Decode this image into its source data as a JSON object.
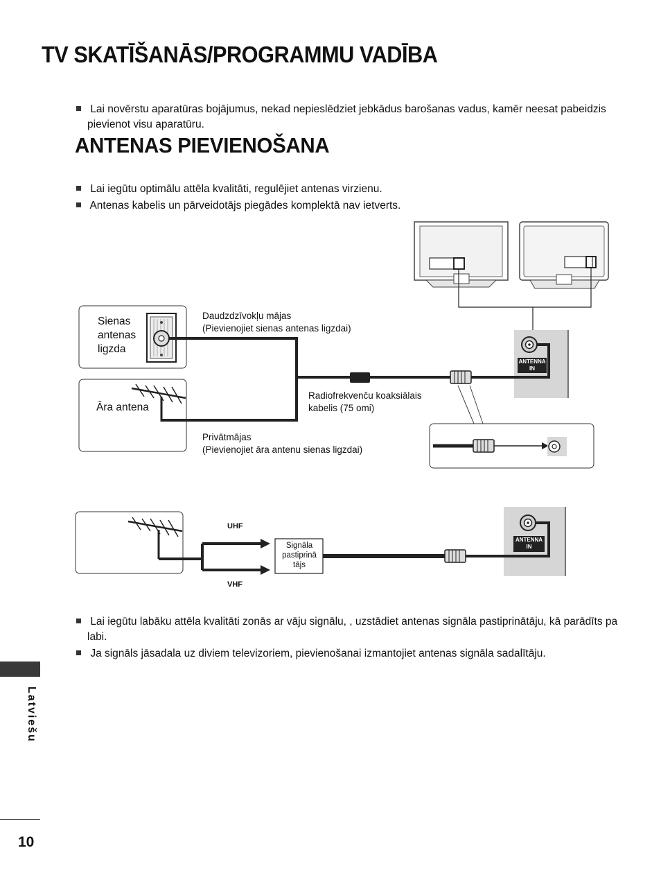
{
  "page": {
    "title": "TV SKATĪŠANĀS/PROGRAMMU VADĪBA",
    "warning": "Lai novērstu aparatūras bojājumus, nekad nepieslēdziet jebkādus barošanas vadus, kamēr neesat pabeidzis pievienot visu aparatūru.",
    "section_title": "ANTENAS PIEVIENOŠANA",
    "notes_top": [
      "Lai iegūtu optimālu attēla kvalitāti, regulējiet antenas virzienu.",
      "Antenas kabelis un pārveidotājs piegādes komplektā nav ietverts."
    ],
    "notes_bottom": [
      "Lai iegūtu labāku attēla kvalitāti zonās ar vāju signālu, , uzstādiet antenas signāla pastiprinātāju, kā parādīts pa labi.",
      "Ja signāls jāsadala uz diviem televizoriem, pievienošanai izmantojiet antenas signāla sadalītāju."
    ],
    "sidebar_language": "Latviešu",
    "page_number": "10"
  },
  "diagram1": {
    "wall_socket_label": "Sienas antenas ligzda",
    "outdoor_antenna_label": "Āra antena",
    "apartment_line1": "Daudzdzīvokļu mājas",
    "apartment_line2": "(Pievienojiet sienas antenas ligzdai)",
    "cable_line1": "Radiofrekvenču koaksiālais",
    "cable_line2": "kabelis (75 omi)",
    "private_line1": "Privātmājas",
    "private_line2": "(Pievienojiet āra antenu sienas ligzdai)",
    "port_label_1": "ANTENNA",
    "port_label_2": "IN"
  },
  "diagram2": {
    "uhf_label": "UHF",
    "vhf_label": "VHF",
    "amplifier_label": "Signāla pastiprinā tājs",
    "port_label_1": "ANTENNA",
    "port_label_2": "IN"
  },
  "colors": {
    "text": "#111111",
    "panel_gray": "#d6d6d6",
    "port_label_bg": "#222222",
    "sidebar_bar": "#3a3a3a"
  }
}
